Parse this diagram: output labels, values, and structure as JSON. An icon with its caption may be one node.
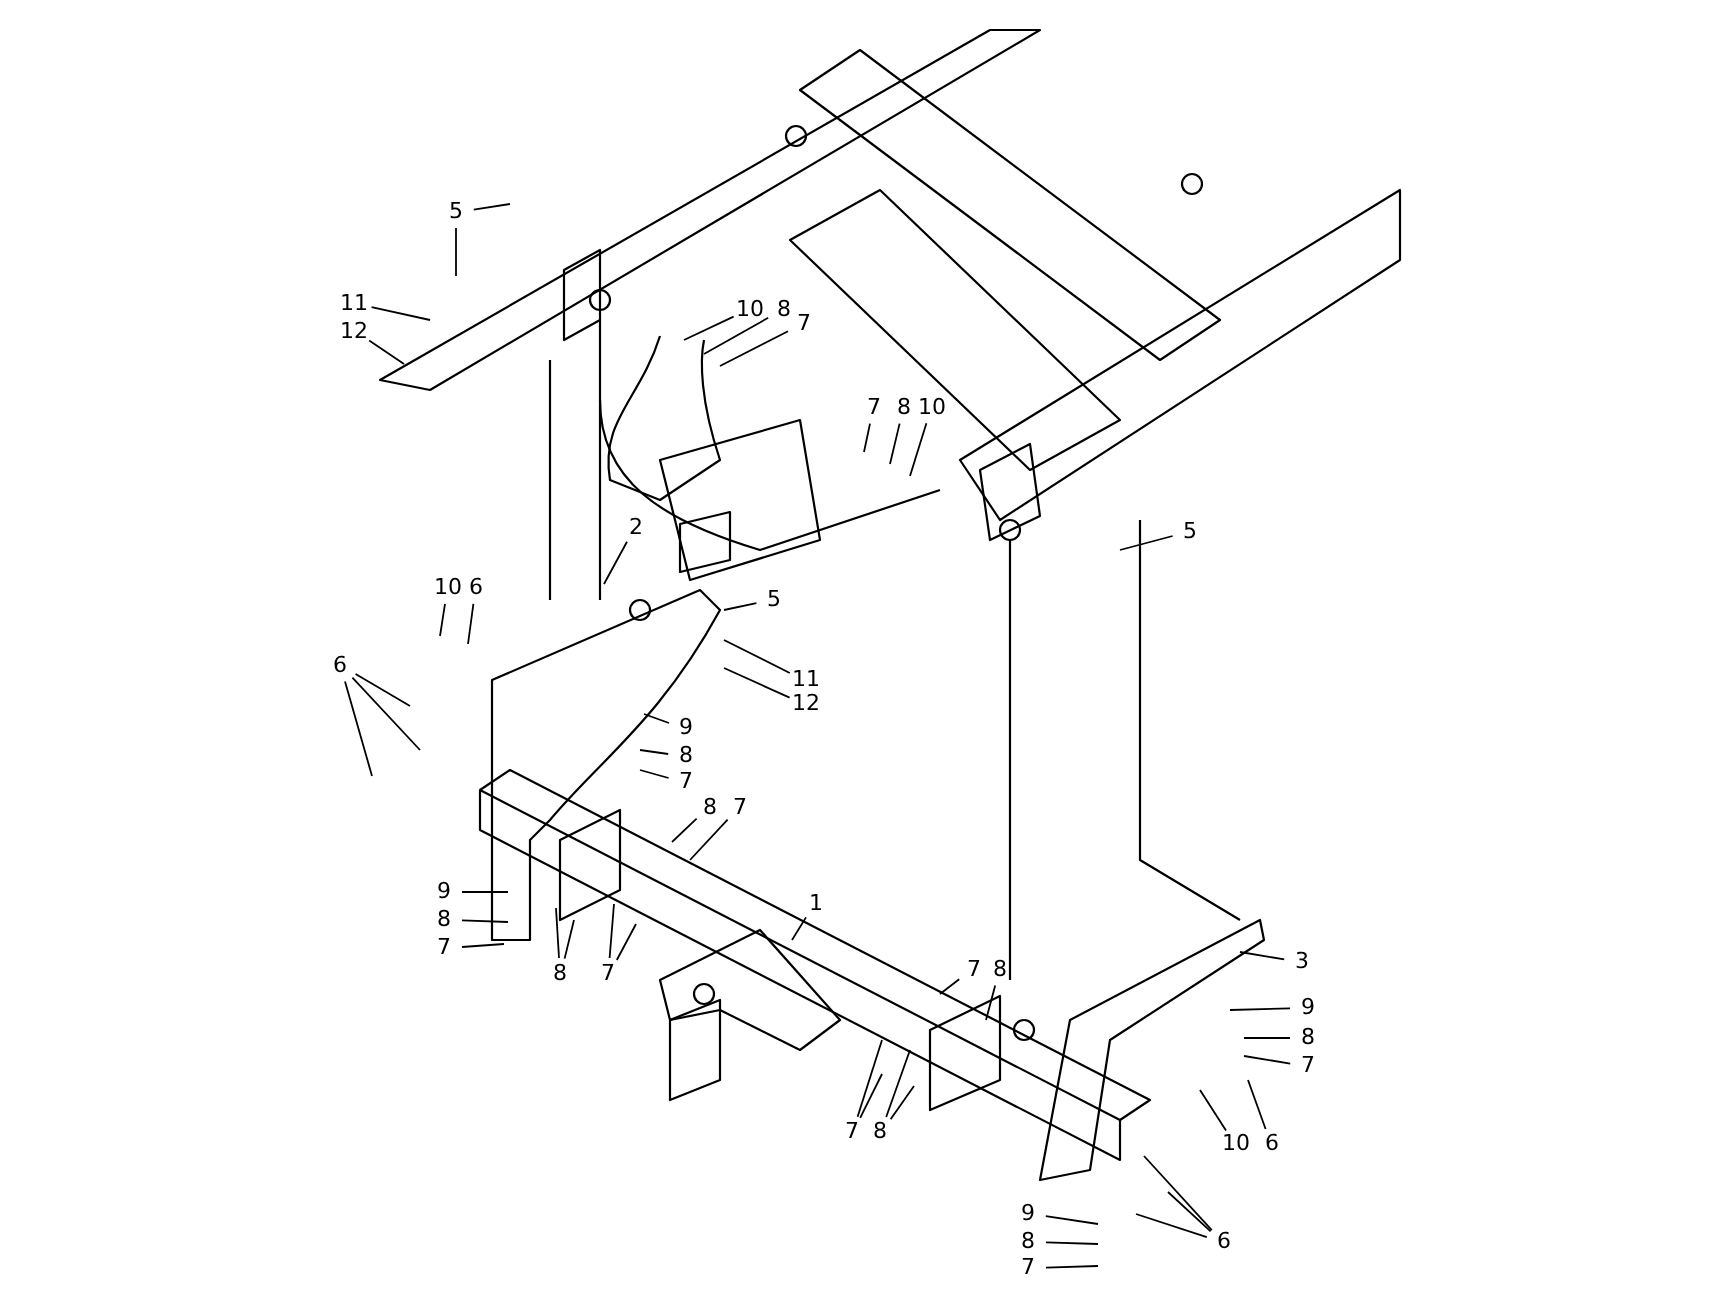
{
  "diagram": {
    "nodes": [
      {
        "text": [
          "5"
        ]
      },
      {
        "text": [
          "11"
        ]
      },
      {
        "text": [
          "12"
        ]
      },
      {
        "text": [
          "10"
        ]
      },
      {
        "text": [
          "8"
        ]
      },
      {
        "text": [
          "7"
        ]
      },
      {
        "text": [
          "7"
        ]
      },
      {
        "text": [
          "8"
        ]
      },
      {
        "text": [
          "10"
        ]
      },
      {
        "text": [
          "2"
        ]
      },
      {
        "text": [
          "5"
        ]
      },
      {
        "text": [
          "10"
        ]
      },
      {
        "text": [
          "6"
        ]
      },
      {
        "text": [
          "5"
        ]
      },
      {
        "text": [
          "6"
        ]
      },
      {
        "text": [
          "11"
        ]
      },
      {
        "text": [
          "12"
        ]
      },
      {
        "text": [
          "9"
        ]
      },
      {
        "text": [
          "8"
        ]
      },
      {
        "text": [
          "7"
        ]
      },
      {
        "text": [
          "8"
        ]
      },
      {
        "text": [
          "7"
        ]
      },
      {
        "text": [
          "1"
        ]
      },
      {
        "text": [
          "9"
        ]
      },
      {
        "text": [
          "8"
        ]
      },
      {
        "text": [
          "7"
        ]
      },
      {
        "text": [
          "8"
        ]
      },
      {
        "text": [
          "7"
        ]
      },
      {
        "text": [
          "7"
        ]
      },
      {
        "text": [
          "8"
        ]
      },
      {
        "text": [
          "3"
        ]
      },
      {
        "text": [
          "9"
        ]
      },
      {
        "text": [
          "8"
        ]
      },
      {
        "text": [
          "7"
        ]
      },
      {
        "text": [
          "7"
        ]
      },
      {
        "text": [
          "8"
        ]
      },
      {
        "text": [
          "10"
        ]
      },
      {
        "text": [
          "6"
        ]
      },
      {
        "text": [
          "6"
        ]
      },
      {
        "text": [
          "9"
        ]
      },
      {
        "text": [
          "8"
        ]
      },
      {
        "text": [
          "7"
        ]
      }
    ],
    "edges": [
      {
        "from": 0,
        "to": null,
        "arrow": "none"
      },
      {
        "from": 0,
        "to": null,
        "arrow": "none"
      },
      {
        "from": 1,
        "to": null,
        "arrow": "none"
      },
      {
        "from": 2,
        "to": null,
        "arrow": "none"
      },
      {
        "from": 3,
        "to": null,
        "arrow": "none"
      },
      {
        "from": 4,
        "to": null,
        "arrow": "none"
      },
      {
        "from": 5,
        "to": null,
        "arrow": "none"
      },
      {
        "from": 6,
        "to": null,
        "arrow": "none"
      },
      {
        "from": 7,
        "to": null,
        "arrow": "none"
      },
      {
        "from": 8,
        "to": null,
        "arrow": "none"
      },
      {
        "from": 9,
        "to": null,
        "arrow": "none"
      },
      {
        "from": 10,
        "to": null,
        "arrow": "none"
      },
      {
        "from": 11,
        "to": null,
        "arrow": "none"
      },
      {
        "from": 12,
        "to": null,
        "arrow": "none"
      },
      {
        "from": 13,
        "to": null,
        "arrow": "none"
      },
      {
        "from": 14,
        "to": null,
        "arrow": "none"
      },
      {
        "from": 14,
        "to": null,
        "arrow": "none"
      },
      {
        "from": 14,
        "to": null,
        "arrow": "none"
      },
      {
        "from": 15,
        "to": null,
        "arrow": "none"
      },
      {
        "from": 16,
        "to": null,
        "arrow": "none"
      },
      {
        "from": 17,
        "to": null,
        "arrow": "none"
      },
      {
        "from": 18,
        "to": null,
        "arrow": "none"
      },
      {
        "from": 19,
        "to": null,
        "arrow": "none"
      },
      {
        "from": 20,
        "to": null,
        "arrow": "none"
      },
      {
        "from": 21,
        "to": null,
        "arrow": "none"
      },
      {
        "from": 22,
        "to": null,
        "arrow": "none"
      },
      {
        "from": 23,
        "to": null,
        "arrow": "none"
      },
      {
        "from": 24,
        "to": null,
        "arrow": "none"
      },
      {
        "from": 25,
        "to": null,
        "arrow": "none"
      },
      {
        "from": 26,
        "to": null,
        "arrow": "none"
      },
      {
        "from": 26,
        "to": null,
        "arrow": "none"
      },
      {
        "from": 27,
        "to": null,
        "arrow": "none"
      },
      {
        "from": 27,
        "to": null,
        "arrow": "none"
      },
      {
        "from": 28,
        "to": null,
        "arrow": "none"
      },
      {
        "from": 29,
        "to": null,
        "arrow": "none"
      },
      {
        "from": 30,
        "to": null,
        "arrow": "none"
      },
      {
        "from": 31,
        "to": null,
        "arrow": "none"
      },
      {
        "from": 32,
        "to": null,
        "arrow": "none"
      },
      {
        "from": 33,
        "to": null,
        "arrow": "none"
      },
      {
        "from": 34,
        "to": null,
        "arrow": "none"
      },
      {
        "from": 34,
        "to": null,
        "arrow": "none"
      },
      {
        "from": 35,
        "to": null,
        "arrow": "none"
      },
      {
        "from": 35,
        "to": null,
        "arrow": "none"
      },
      {
        "from": 36,
        "to": null,
        "arrow": "none"
      },
      {
        "from": 37,
        "to": null,
        "arrow": "none"
      },
      {
        "from": 38,
        "to": null,
        "arrow": "none"
      },
      {
        "from": 38,
        "to": null,
        "arrow": "none"
      },
      {
        "from": 38,
        "to": null,
        "arrow": "none"
      },
      {
        "from": 39,
        "to": null,
        "arrow": "none"
      },
      {
        "from": 40,
        "to": null,
        "arrow": "none"
      },
      {
        "from": 41,
        "to": null,
        "arrow": "none"
      }
    ]
  }
}
